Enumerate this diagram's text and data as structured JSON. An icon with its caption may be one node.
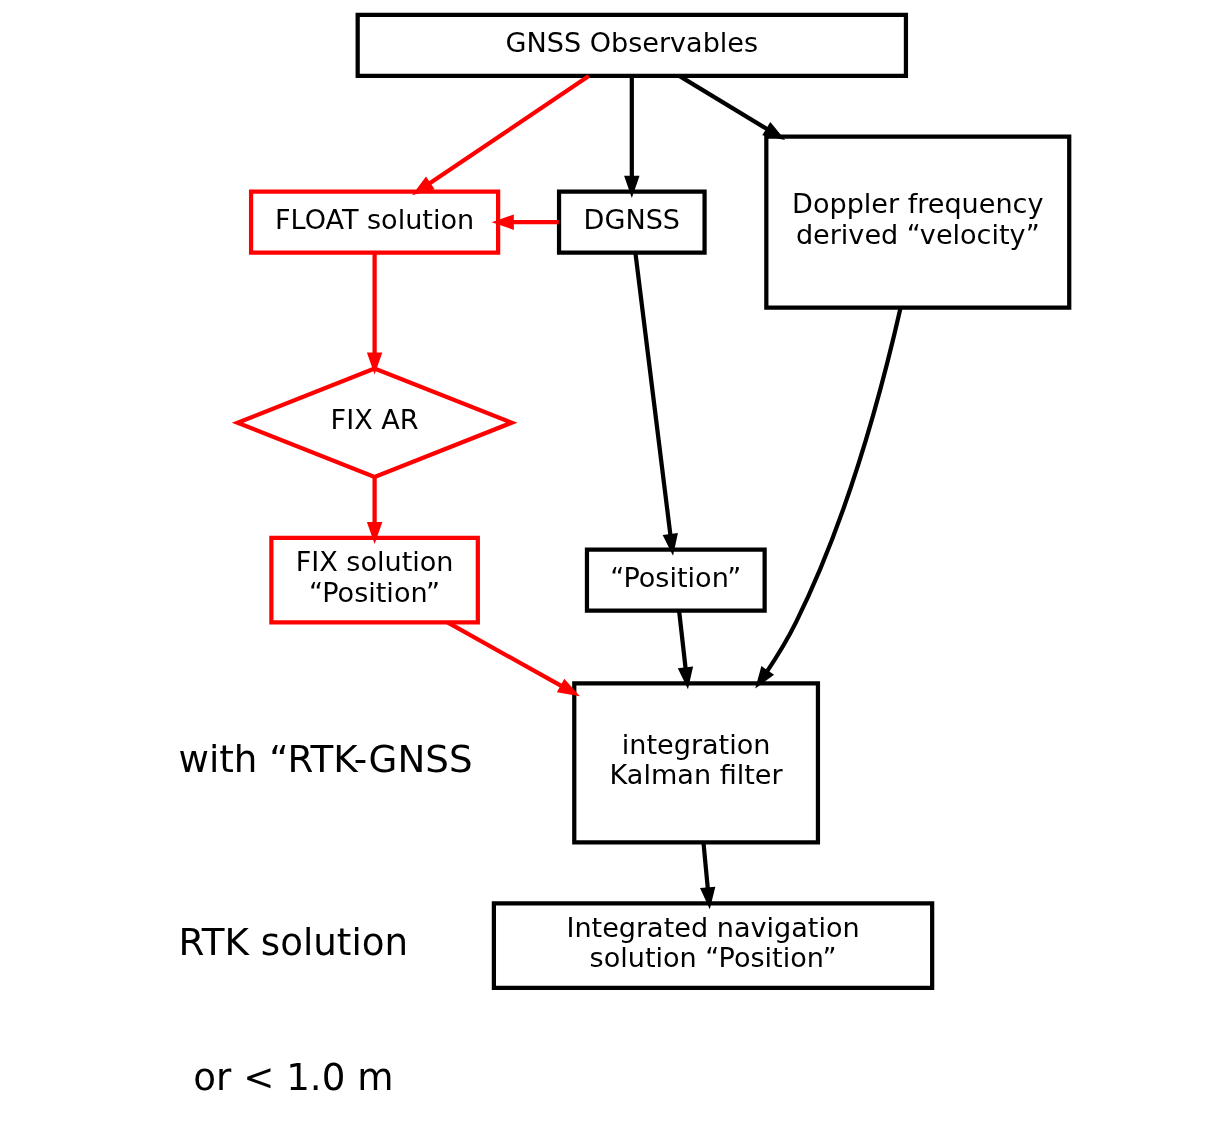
{
  "diagram": {
    "nodes": [
      {
        "text": [
          "GNSS Observables"
        ]
      },
      {
        "text": [
          "FLOAT solution"
        ]
      },
      {
        "text": [
          "DGNSS"
        ]
      },
      {
        "text": [
          "Doppler frequency derived “velocity”"
        ]
      },
      {
        "text": [
          "“Position”"
        ]
      },
      {
        "text": [
          "FIX AR"
        ]
      },
      {
        "text": [
          "FIX solution “Position”"
        ]
      },
      {
        "text": [
          "integration Kalman filter"
        ]
      },
      {
        "text": [
          "Integrated navigation solution “Position”"
        ]
      }
    ],
    "edges": [
      {
        "from": 0,
        "to": 1,
        "arrow": "to",
        "color": "#ff0000"
      },
      {
        "from": 0,
        "to": 2,
        "arrow": "to"
      },
      {
        "from": 0,
        "to": 3,
        "arrow": "to"
      },
      {
        "from": 2,
        "to": 1,
        "arrow": "to",
        "color": "#ff0000"
      },
      {
        "from": 2,
        "to": 4,
        "arrow": "to"
      },
      {
        "from": 1,
        "to": 5,
        "arrow": "to",
        "color": "#ff0000"
      },
      {
        "from": 5,
        "to": 6,
        "arrow": "to",
        "color": "#ff0000"
      },
      {
        "from": 6,
        "to": 7,
        "arrow": "to",
        "color": "#ff0000"
      },
      {
        "from": 4,
        "to": 7,
        "arrow": "to"
      },
      {
        "from": 3,
        "to": 7,
        "arrow": "to"
      },
      {
        "from": 7,
        "to": 8,
        "arrow": "to"
      }
    ],
    "labels": [
      "with “RTK-GNSS",
      "RTK solution",
      "or < 1.0 m"
    ]
  }
}
